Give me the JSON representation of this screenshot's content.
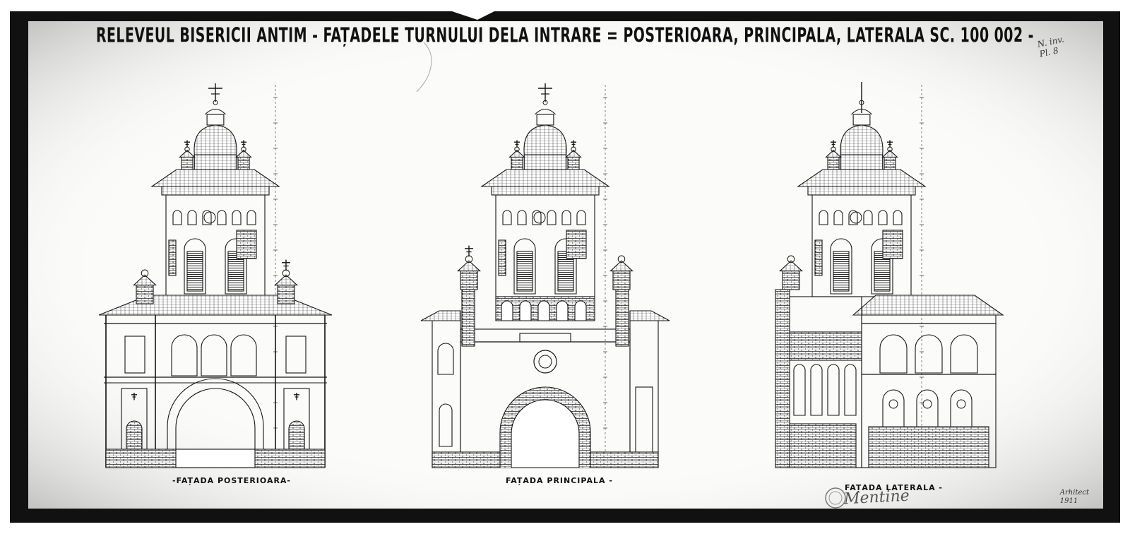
{
  "sheet": {
    "title": "RELEVEUL BISERICII ANTIM - FAȚADELE TURNULUI DELA INTRARE = POSTERIOARA, PRINCIPALA, LATERALA SC. 100 002 -",
    "corner_note_top": "N. inv.",
    "corner_note_bottom": "Pl. 8",
    "signature": "Arhitect",
    "signature_date": "1911",
    "stamp_handwriting": "Mentine"
  },
  "elevations": [
    {
      "id": "posterior",
      "caption": "-FAȚADA POSTERIOARA-"
    },
    {
      "id": "principal",
      "caption": "FAȚADA PRINCIPALA -"
    },
    {
      "id": "lateral",
      "caption": "FAȚADA LATERALA -"
    }
  ],
  "style": {
    "ink": "#141414",
    "paper": "#fbfbf9",
    "border": "#0a0a0a",
    "stain": "#cfcfcf"
  }
}
